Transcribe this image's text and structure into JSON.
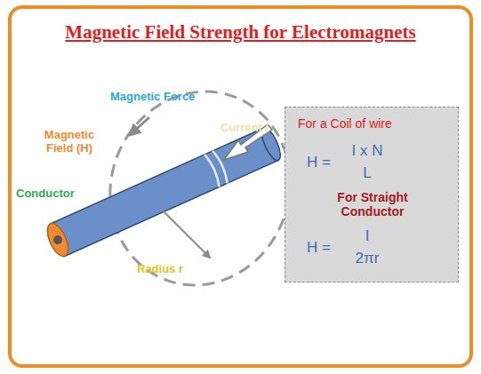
{
  "diagram": {
    "title": "Magnetic Field Strength for Electromagnets",
    "nodes": [
      {
        "text": [
          "For a Coil of wire",
          "H =",
          "I x N",
          "L",
          "For Straight Conductor",
          "H =",
          "I",
          "2πr"
        ]
      }
    ],
    "labels": [
      "Magnetic Force",
      "Magnetic Field (H)",
      "Conductor",
      "Current I",
      "Radius r"
    ]
  }
}
